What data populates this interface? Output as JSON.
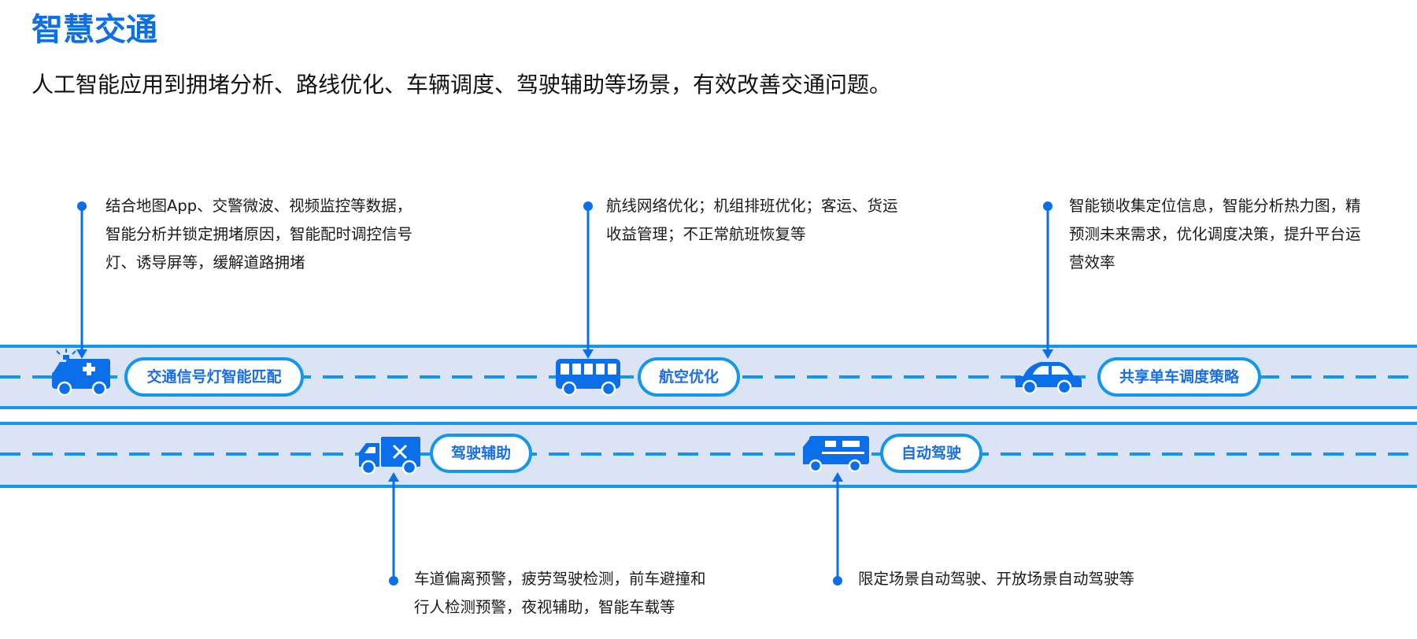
{
  "header": {
    "title": "智慧交通",
    "subtitle": "人工智能应用到拥堵分析、路线优化、车辆调度、驾驶辅助等场景，有效改善交通问题。"
  },
  "colors": {
    "accent": "#0a6fe8",
    "road_fill": "#dbe4f4",
    "road_border": "#1296ee",
    "icon_blue": "#0a6fe8"
  },
  "scenarios": [
    {
      "label": "交通信号灯智能匹配",
      "icon": "ambulance-icon",
      "lane": "upper",
      "description_lines": [
        "结合地图App、交警微波、视频监控等数据，",
        "智能分析并锁定拥堵原因，智能配时调控信号",
        "灯、诱导屏等，缓解道路拥堵"
      ]
    },
    {
      "label": "航空优化",
      "icon": "bus-icon",
      "lane": "upper",
      "description_lines": [
        "航线网络优化；机组排班优化；客运、货运",
        "收益管理；不正常航班恢复等"
      ]
    },
    {
      "label": "共享单车调度策略",
      "icon": "car-icon",
      "lane": "upper",
      "description_lines": [
        "智能锁收集定位信息，智能分析热力图，精",
        "预测未来需求，优化调度决策，提升平台运",
        "营效率"
      ]
    },
    {
      "label": "驾驶辅助",
      "icon": "repair-truck-icon",
      "lane": "lower",
      "description_lines": [
        "车道偏离预警，疲劳驾驶检测，前车避撞和",
        "行人检测预警，夜视辅助，智能车载等"
      ]
    },
    {
      "label": "自动驾驶",
      "icon": "rv-icon",
      "lane": "lower",
      "description_lines": [
        "限定场景自动驾驶、开放场景自动驾驶等"
      ]
    }
  ]
}
